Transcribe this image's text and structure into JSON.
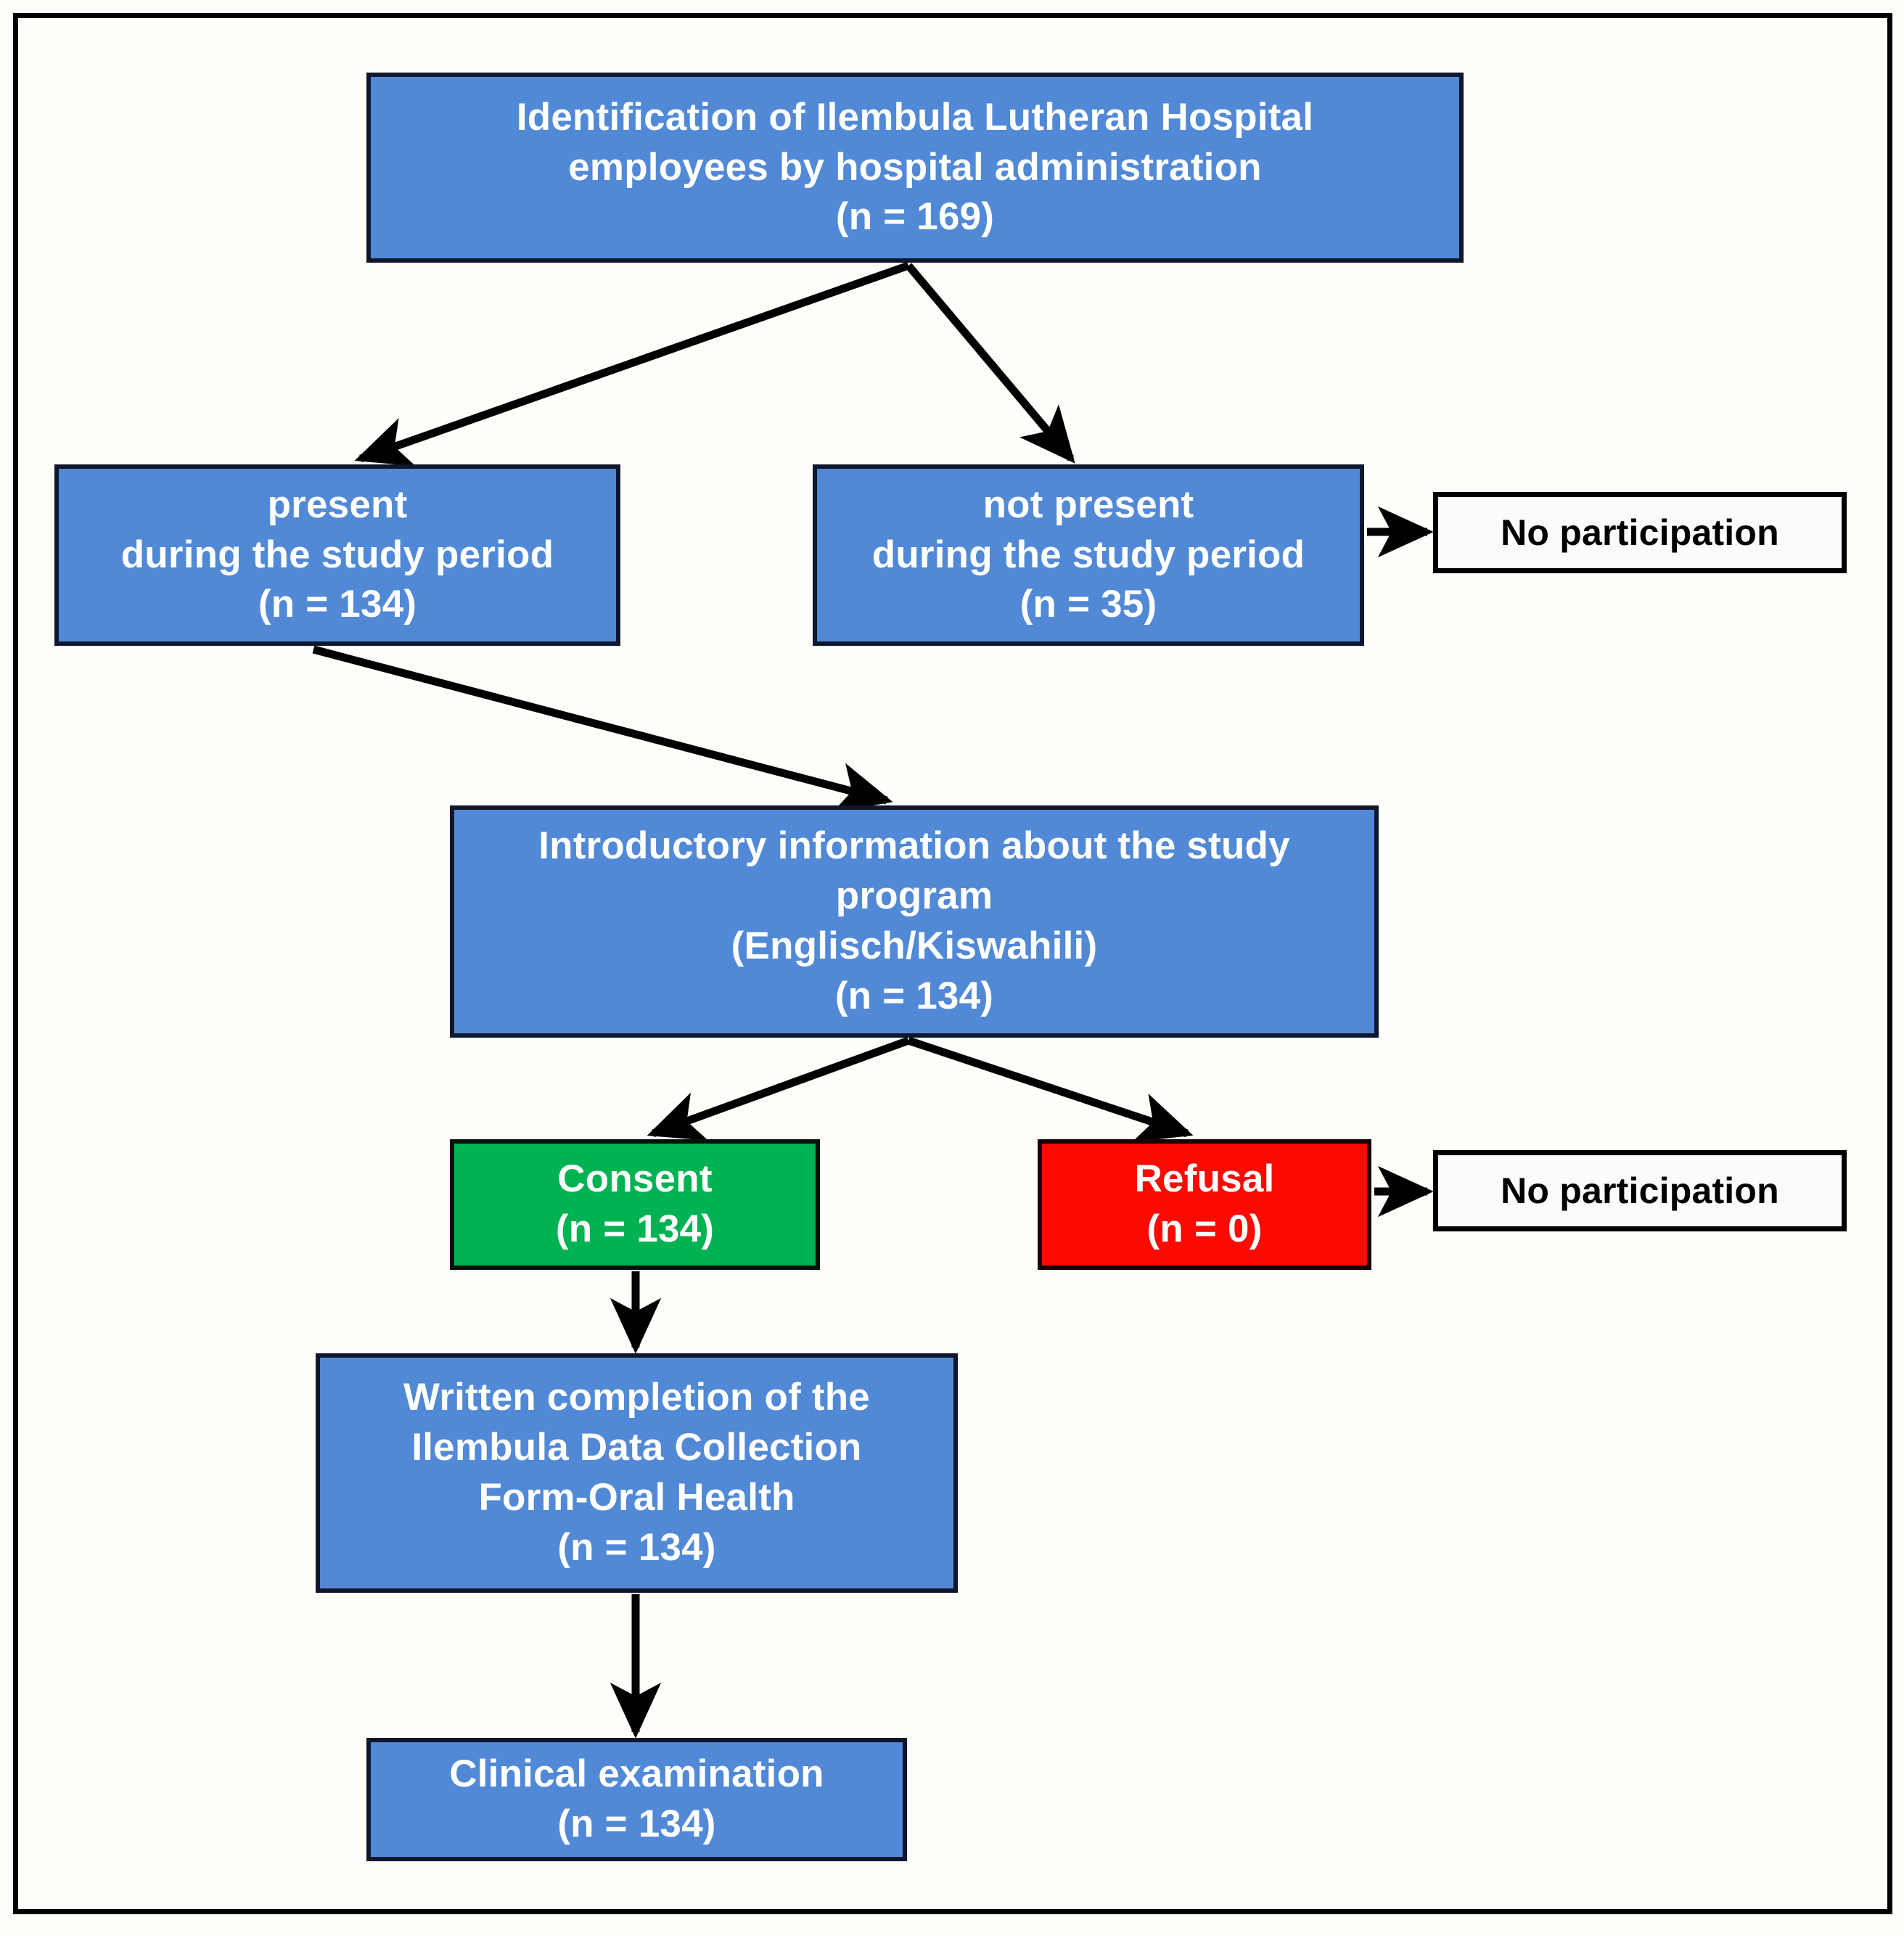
{
  "figure": {
    "type": "flowchart",
    "orientation": "top-down",
    "title": "Study participant recruitment flow"
  },
  "palette": {
    "box_blue": "#5189D6",
    "box_green": "#00B251",
    "box_red": "#FA0A00",
    "box_white": "#FBFBFB",
    "border_black": "#000000",
    "text_light": "#FFFFFF",
    "text_dark": "#000000",
    "page_background": "#FDFDFA"
  },
  "nodes": {
    "identification": {
      "id": "identification",
      "label": "Identification of Ilembula Lutheran Hospital\nemployees by hospital administration\n(n = 169)",
      "count": 169,
      "color": "blue"
    },
    "present": {
      "id": "present",
      "label": "present\nduring the study period\n(n = 134)",
      "count": 134,
      "color": "blue"
    },
    "not_present": {
      "id": "not_present",
      "label": "not present\nduring the study period\n(n = 35)",
      "count": 35,
      "color": "blue"
    },
    "no_participation_1": {
      "id": "no_participation_1",
      "label": "No participation",
      "color": "white"
    },
    "introductory": {
      "id": "introductory",
      "label": "Introductory information about the study\nprogram\n(Englisch/Kiswahili)\n(n = 134)",
      "count": 134,
      "color": "blue"
    },
    "consent": {
      "id": "consent",
      "label": "Consent\n(n = 134)",
      "count": 134,
      "color": "green"
    },
    "refusal": {
      "id": "refusal",
      "label": "Refusal\n(n = 0)",
      "count": 0,
      "color": "red"
    },
    "no_participation_2": {
      "id": "no_participation_2",
      "label": "No participation",
      "color": "white"
    },
    "written_completion": {
      "id": "written_completion",
      "label": "Written completion of the\nIlembula Data Collection\nForm-Oral Health\n(n = 134)",
      "count": 134,
      "color": "blue"
    },
    "clinical_examination": {
      "id": "clinical_examination",
      "label": "Clinical examination\n(n = 134)",
      "count": 134,
      "color": "blue"
    }
  },
  "edges": [
    {
      "from": "identification",
      "to": "present",
      "style": "solid-arrow"
    },
    {
      "from": "identification",
      "to": "not_present",
      "style": "solid-arrow"
    },
    {
      "from": "not_present",
      "to": "no_participation_1",
      "style": "solid-arrow"
    },
    {
      "from": "present",
      "to": "introductory",
      "style": "solid-arrow"
    },
    {
      "from": "introductory",
      "to": "consent",
      "style": "solid-arrow"
    },
    {
      "from": "introductory",
      "to": "refusal",
      "style": "solid-arrow"
    },
    {
      "from": "refusal",
      "to": "no_participation_2",
      "style": "solid-arrow"
    },
    {
      "from": "consent",
      "to": "written_completion",
      "style": "solid-arrow"
    },
    {
      "from": "written_completion",
      "to": "clinical_examination",
      "style": "solid-arrow"
    }
  ]
}
